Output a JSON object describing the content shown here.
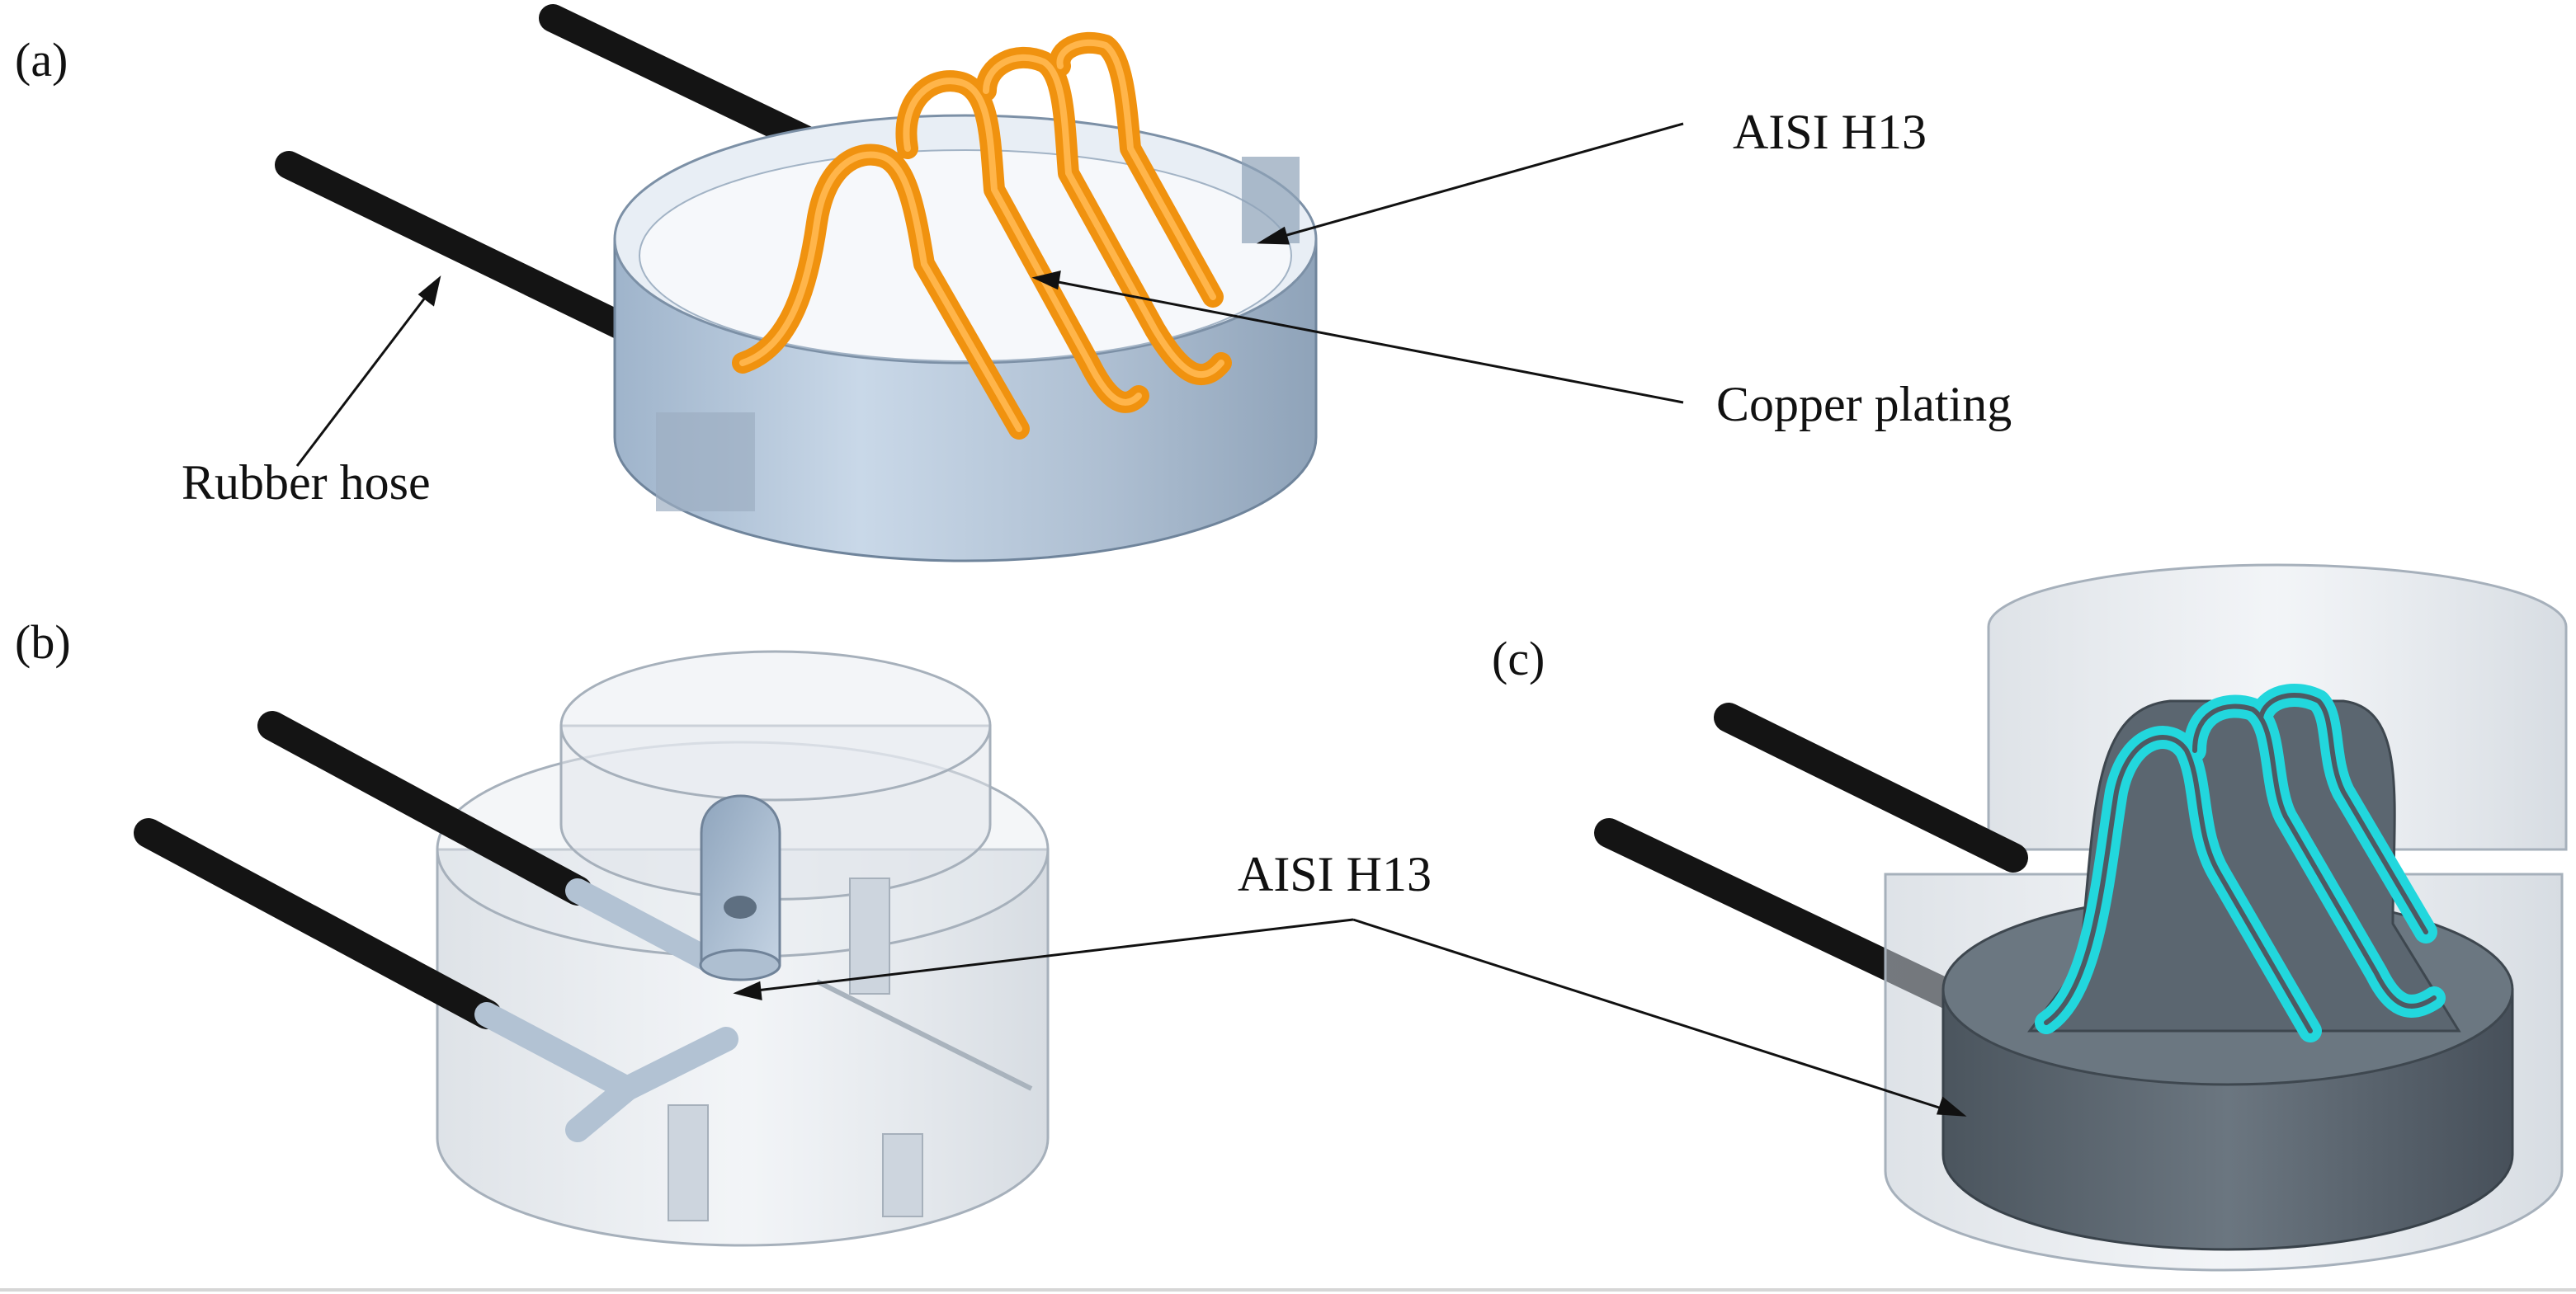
{
  "figure": {
    "panels": [
      {
        "id": "a",
        "label": "(a)"
      },
      {
        "id": "b",
        "label": "(b)"
      },
      {
        "id": "c",
        "label": "(c)"
      }
    ],
    "callouts": {
      "a_mold": "AISI H13",
      "a_copper": "Copper plating",
      "a_hose": "Rubber hose",
      "bc_mold": "AISI H13"
    }
  },
  "colors": {
    "copper": "#f0920f",
    "steel_light": "#b8c9dc",
    "steel_dark": "#5b6670",
    "cyan_channel": "#22d7dd",
    "hose": "#141414",
    "transparent_shell": "#c7ced6"
  }
}
